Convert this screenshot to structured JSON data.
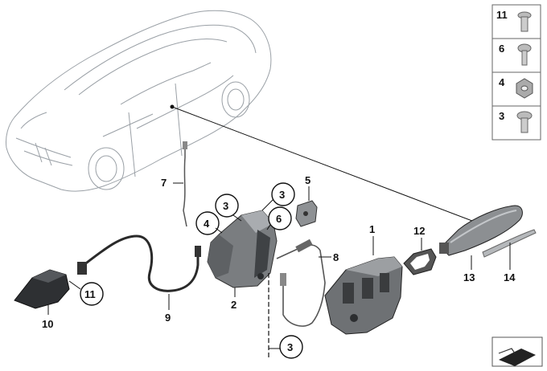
{
  "callouts": [
    {
      "id": "c11_side",
      "text": "11"
    },
    {
      "id": "c6_side",
      "text": "6"
    },
    {
      "id": "c4_side",
      "text": "4"
    },
    {
      "id": "c3_side",
      "text": "3"
    },
    {
      "id": "c7",
      "text": "7"
    },
    {
      "id": "c3a",
      "text": "3"
    },
    {
      "id": "c3b",
      "text": "3"
    },
    {
      "id": "c4",
      "text": "4"
    },
    {
      "id": "c5",
      "text": "5"
    },
    {
      "id": "c6",
      "text": "6"
    },
    {
      "id": "c1",
      "text": "1"
    },
    {
      "id": "c12",
      "text": "12"
    },
    {
      "id": "c8",
      "text": "8"
    },
    {
      "id": "c13",
      "text": "13"
    },
    {
      "id": "c14",
      "text": "14"
    },
    {
      "id": "c2",
      "text": "2"
    },
    {
      "id": "c9",
      "text": "9"
    },
    {
      "id": "c10",
      "text": "10"
    },
    {
      "id": "c11",
      "text": "11"
    },
    {
      "id": "c3c",
      "text": "3"
    }
  ]
}
